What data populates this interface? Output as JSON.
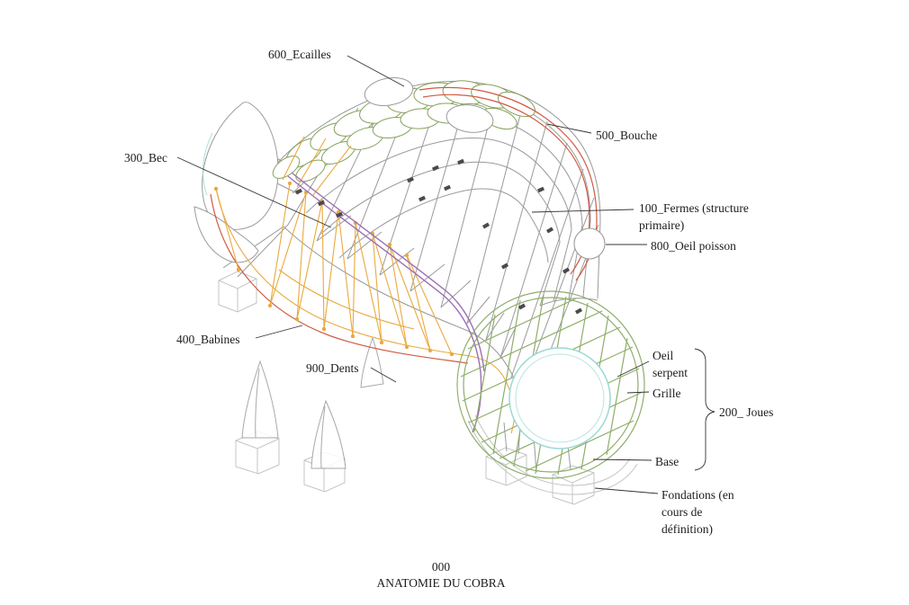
{
  "drawing_title": {
    "code": "000",
    "name": "ANATOMIE DU COBRA"
  },
  "callouts": {
    "ecailles": "600_Ecailles",
    "bouche": "500_Bouche",
    "bec": "300_Bec",
    "fermes": "100_Fermes (structure primaire)",
    "oeil_poisson": "800_Oeil poisson",
    "babines": "400_Babines",
    "dents": "900_Dents",
    "oeil_serpent": "Oeil serpent",
    "grille": "Grille",
    "joues": "200_ Joues",
    "base": "Base",
    "fondations": "Fondations (en cours de définition)"
  },
  "colors": {
    "structure_grey": "#9a9a9a",
    "scales_green": "#86a15c",
    "mouth_red": "#d15b43",
    "babines_orange": "#eaa93f",
    "spine_purple": "#9b6fb5",
    "joue_green": "#8fae6a",
    "eye_cyan": "#9ad8d4",
    "foundation_grey": "#c4c4c4",
    "detail_dark": "#4a4a4a",
    "leader_black": "#333333"
  }
}
